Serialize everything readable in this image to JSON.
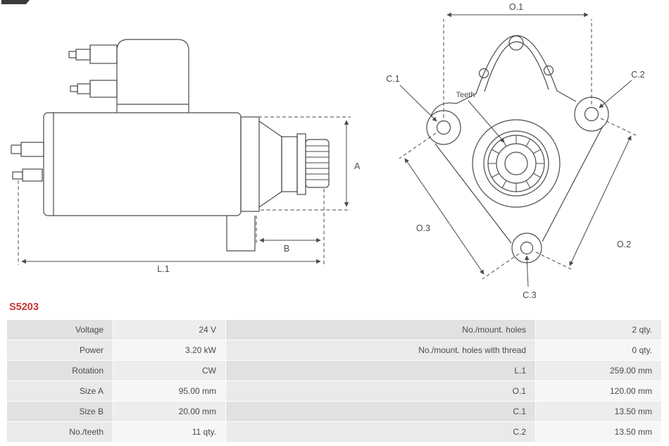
{
  "part_number": "S5203",
  "colors": {
    "accent": "#cc3333",
    "line": "#4a4a4a"
  },
  "diagram": {
    "side_view": {
      "labels": {
        "a": "A",
        "b": "B",
        "l1": "L.1"
      }
    },
    "front_view": {
      "labels": {
        "o1": "O.1",
        "o2": "O.2",
        "o3": "O.3",
        "c1": "C.1",
        "c2": "C.2",
        "c3": "C.3",
        "teeth": "Teeth"
      }
    }
  },
  "table": {
    "left": [
      {
        "label": "Voltage",
        "value": "24 V"
      },
      {
        "label": "Power",
        "value": "3.20 kW"
      },
      {
        "label": "Rotation",
        "value": "CW"
      },
      {
        "label": "Size A",
        "value": "95.00 mm"
      },
      {
        "label": "Size B",
        "value": "20.00 mm"
      },
      {
        "label": "No./teeth",
        "value": "11 qty."
      }
    ],
    "right": [
      {
        "label": "No./mount. holes",
        "value": "2 qty."
      },
      {
        "label": "No./mount. holes with thread",
        "value": "0 qty."
      },
      {
        "label": "L.1",
        "value": "259.00 mm"
      },
      {
        "label": "O.1",
        "value": "120.00 mm"
      },
      {
        "label": "C.1",
        "value": "13.50 mm"
      },
      {
        "label": "C.2",
        "value": "13.50 mm"
      }
    ]
  }
}
